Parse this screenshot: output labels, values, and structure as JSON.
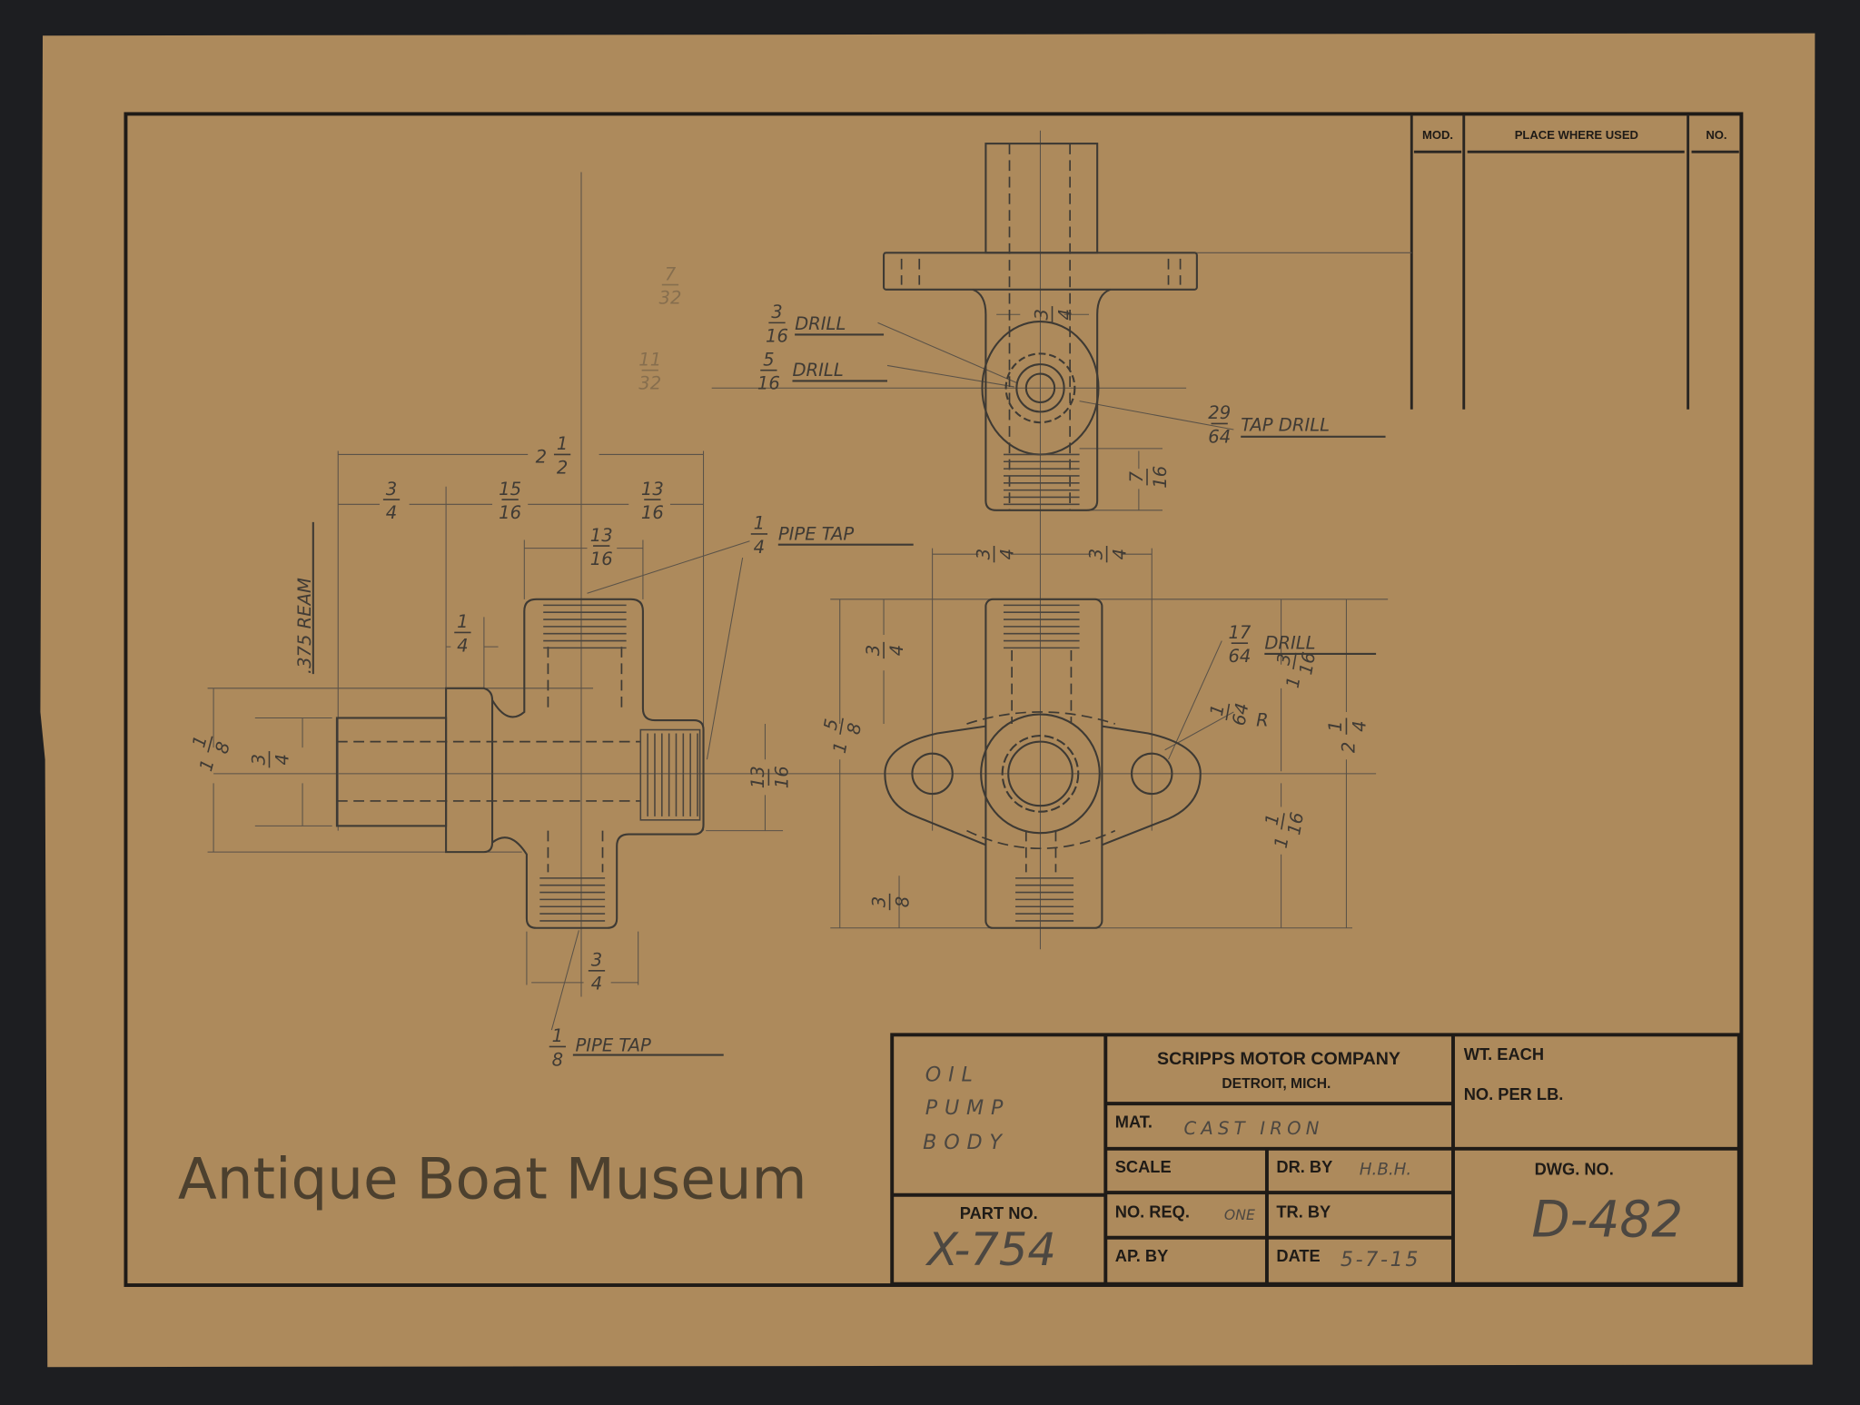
{
  "watermark": "Antique Boat Museum",
  "usage_table": {
    "headers": [
      "MOD.",
      "PLACE WHERE USED",
      "NO."
    ]
  },
  "title_block": {
    "description": [
      "OIL",
      "PUMP",
      "BODY"
    ],
    "company": "SCRIPPS MOTOR COMPANY",
    "location": "DETROIT, MICH.",
    "wt_each_label": "WT. EACH",
    "no_per_lb_label": "NO. PER LB.",
    "mat_label": "MAT.",
    "mat_value": "CAST IRON",
    "scale_label": "SCALE",
    "dr_by_label": "DR. BY",
    "dr_by_value": "H.B.H.",
    "dwg_no_label": "DWG. NO.",
    "dwg_no_value": "D-482",
    "part_no_label": "PART NO.",
    "part_no_value": "X-754",
    "no_req_label": "NO. REQ.",
    "no_req_value": "ONE",
    "tr_by_label": "TR. BY",
    "ap_by_label": "AP. BY",
    "date_label": "DATE",
    "date_value": "5-7-15"
  },
  "notes": {
    "ream": ".375 REAM",
    "pipe_tap_quarter": "PIPE TAP",
    "pipe_tap_eighth": "PIPE TAP",
    "drill_3_16": "DRILL",
    "drill_5_16": "DRILL",
    "tap_drill": "TAP DRILL",
    "drill_17_64": "DRILL",
    "radius": "R"
  },
  "dimensions": [
    {
      "whole": "2",
      "num": "1",
      "den": "2"
    },
    {
      "whole": "",
      "num": "3",
      "den": "4"
    },
    {
      "whole": "",
      "num": "15",
      "den": "16"
    },
    {
      "whole": "",
      "num": "13",
      "den": "16"
    },
    {
      "whole": "",
      "num": "13",
      "den": "16"
    },
    {
      "whole": "",
      "num": "1",
      "den": "4"
    },
    {
      "whole": "1",
      "num": "1",
      "den": "8"
    },
    {
      "whole": "",
      "num": "3",
      "den": "4"
    },
    {
      "whole": "",
      "num": "13",
      "den": "16"
    },
    {
      "whole": "",
      "num": "1",
      "den": "4"
    },
    {
      "whole": "",
      "num": "3",
      "den": "4"
    },
    {
      "whole": "",
      "num": "1",
      "den": "8"
    },
    {
      "whole": "",
      "num": "3",
      "den": "16"
    },
    {
      "whole": "",
      "num": "5",
      "den": "16"
    },
    {
      "whole": "",
      "num": "3",
      "den": "4"
    },
    {
      "whole": "",
      "num": "29",
      "den": "64"
    },
    {
      "whole": "",
      "num": "7",
      "den": "16"
    },
    {
      "whole": "",
      "num": "3",
      "den": "4"
    },
    {
      "whole": "",
      "num": "3",
      "den": "4"
    },
    {
      "whole": "1",
      "num": "5",
      "den": "8"
    },
    {
      "whole": "",
      "num": "3",
      "den": "4"
    },
    {
      "whole": "",
      "num": "3",
      "den": "8"
    },
    {
      "whole": "",
      "num": "17",
      "den": "64"
    },
    {
      "whole": "1",
      "num": "3",
      "den": "16"
    },
    {
      "whole": "2",
      "num": "1",
      "den": "4"
    },
    {
      "whole": "1",
      "num": "1",
      "den": "16"
    },
    {
      "whole": "",
      "num": "1",
      "den": "64"
    },
    {
      "whole": "",
      "num": "7",
      "den": "32"
    },
    {
      "whole": "",
      "num": "11",
      "den": "32"
    }
  ]
}
